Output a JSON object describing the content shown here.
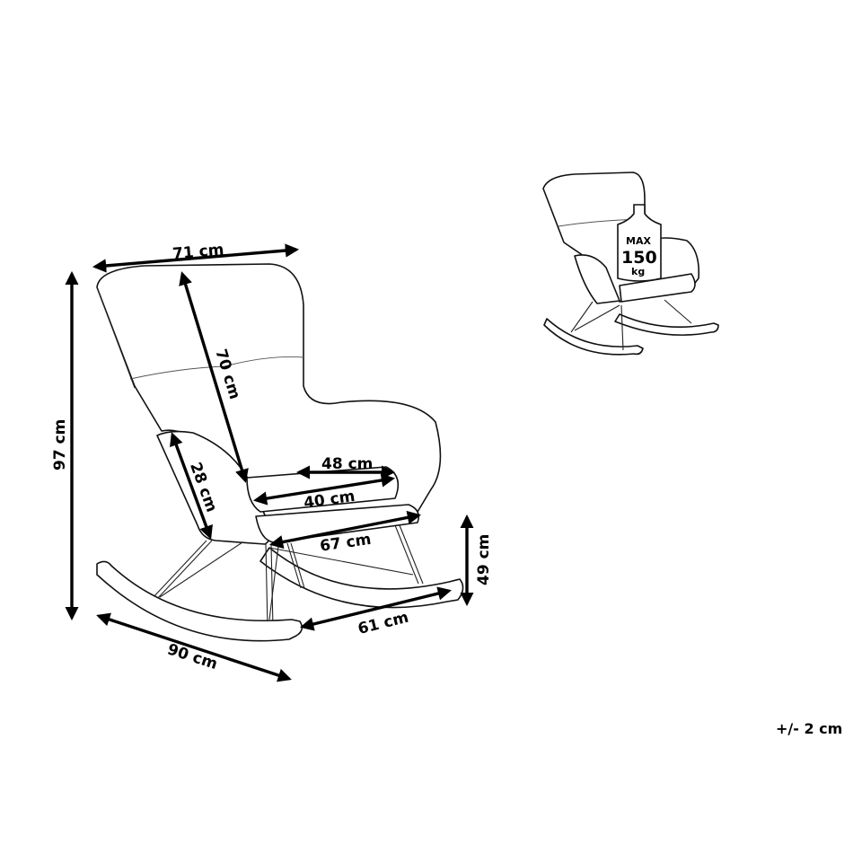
{
  "diagram": {
    "subject": "Rocking chair dimension drawing",
    "dimensions": {
      "overall_width": "71 cm",
      "backrest_height": "70 cm",
      "overall_height": "97 cm",
      "armrest_height": "28 cm",
      "seat_width": "48 cm",
      "seat_depth": "40 cm",
      "seat_front_width": "67 cm",
      "seat_height": "49 cm",
      "base_depth": "61 cm",
      "overall_depth": "90 cm"
    },
    "weight_badge": {
      "line1": "MAX",
      "line2": "150",
      "line3": "kg"
    },
    "tolerance": "+/- 2 cm"
  },
  "colors": {
    "line": "#111111",
    "background": "#ffffff"
  }
}
